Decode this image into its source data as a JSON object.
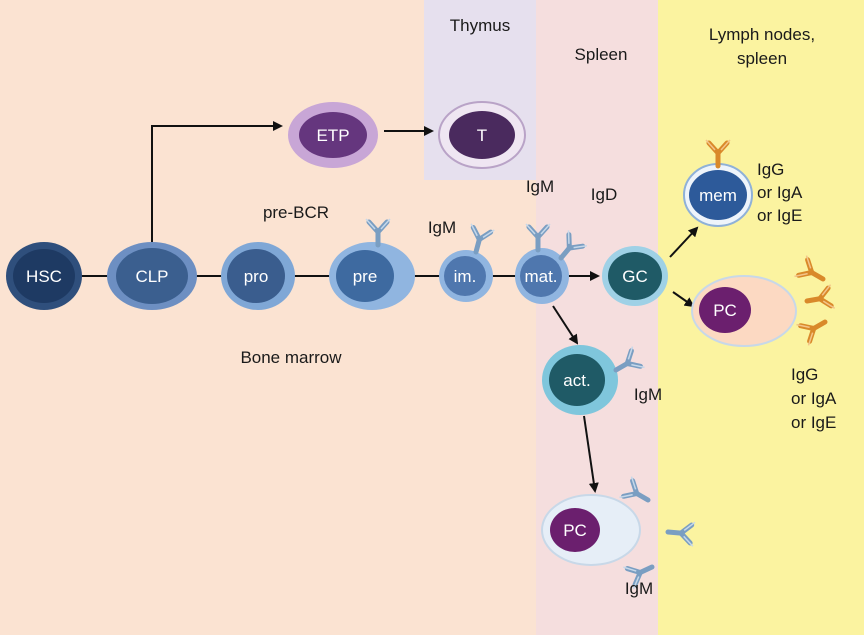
{
  "regions": {
    "thymus": "Thymus",
    "spleen": "Spleen",
    "lymph_nodes_line1": "Lymph nodes,",
    "lymph_nodes_line2": "spleen",
    "bone_marrow": "Bone marrow"
  },
  "cells": {
    "hsc": "HSC",
    "clp": "CLP",
    "pro": "pro",
    "pre": "pre",
    "immature": "im.",
    "mature": "mat.",
    "gc": "GC",
    "etp": "ETP",
    "t": "T",
    "mem": "mem",
    "pc_lymph": "PC",
    "act": "act.",
    "pc_spleen": "PC"
  },
  "labels": {
    "pre_bcr": "pre-BCR",
    "igm_im": "IgM",
    "igm_mat": "IgM",
    "igd_mat": "IgD",
    "mem_isotypes": [
      "IgG",
      "or IgA",
      "or IgE"
    ],
    "pc_isotypes": [
      "IgG",
      "or IgA",
      "or IgE"
    ],
    "igm_act": "IgM",
    "igm_pc": "IgM"
  },
  "colors": {
    "bone_marrow_bg": "#fbe3d2",
    "thymus_bg": "#e6e0ee",
    "spleen_bg": "#f5dede",
    "lymph_bg": "#fbf3a0",
    "antibody_blue": "#7a9ec2",
    "antibody_orange": "#d9892a"
  }
}
